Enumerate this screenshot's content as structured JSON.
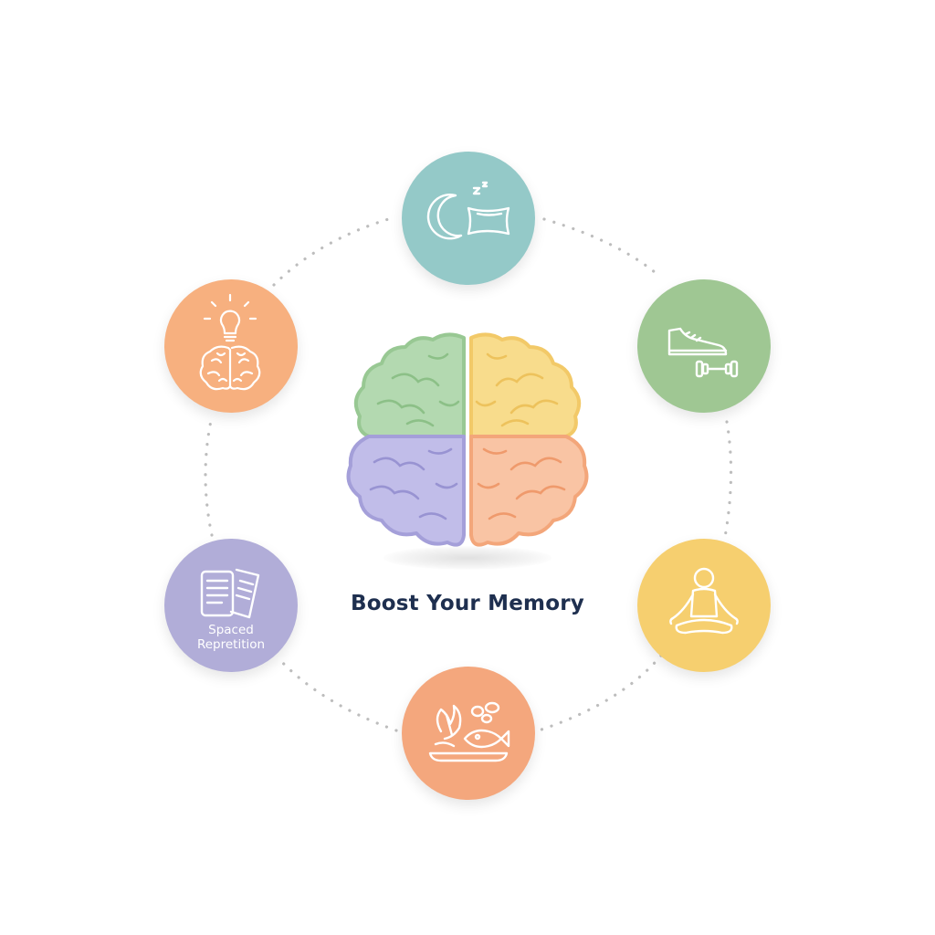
{
  "title": "Boost Your Memory",
  "colors": {
    "sleep": "#94c9c8",
    "exercise": "#9fc793",
    "meditation": "#f6cf6f",
    "diet": "#f4a77d",
    "spaced": "#b1add8",
    "learning": "#f7b07f",
    "brain_green": "#b3d9b0",
    "brain_yellow": "#f8dc8c",
    "brain_purple": "#c1bde9",
    "brain_peach": "#f9c4a4",
    "title": "#1e2f4f",
    "dots": "#b9b9b9"
  },
  "nodes": [
    {
      "id": "sleep",
      "icon": "moon-pillow-icon"
    },
    {
      "id": "exercise",
      "icon": "sneaker-dumbbell-icon"
    },
    {
      "id": "meditation",
      "icon": "meditation-pose-icon"
    },
    {
      "id": "diet",
      "icon": "healthy-food-icon"
    },
    {
      "id": "spaced",
      "icon": "flashcards-icon",
      "label_line1": "Spaced",
      "label_line2": "Repretition"
    },
    {
      "id": "learning",
      "icon": "lightbulb-brain-icon"
    }
  ]
}
